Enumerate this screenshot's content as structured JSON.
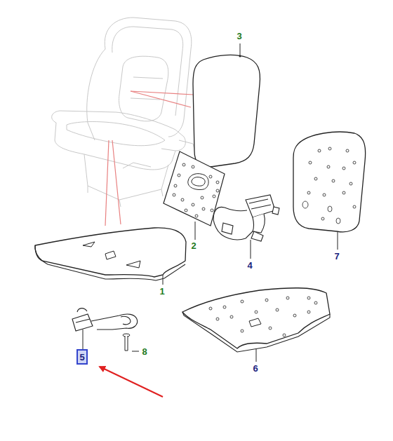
{
  "diagram": {
    "nodes": [
      {
        "text": [
          "5"
        ]
      }
    ],
    "labels": [
      "3",
      "2",
      "4",
      "7",
      "1",
      "6",
      "8"
    ]
  }
}
